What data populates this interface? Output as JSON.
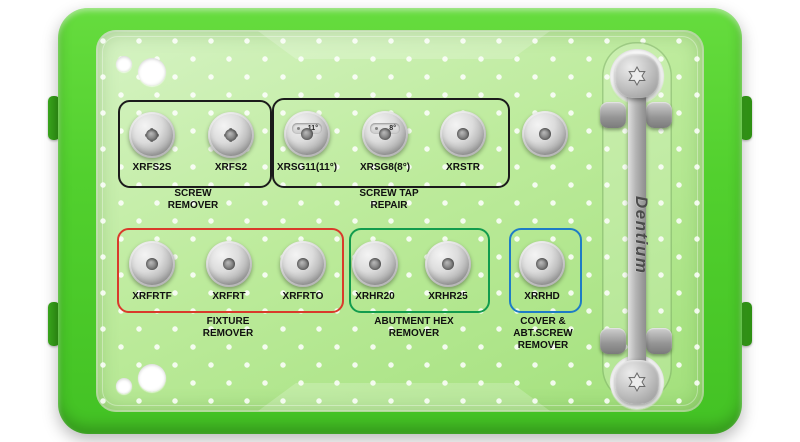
{
  "brand": "Dentium",
  "colors": {
    "case_green": "#52d02e",
    "tray_green": "#bdeb9c",
    "outline_black": "#1b1b1b",
    "outline_red": "#d93a2b",
    "outline_green": "#129c4d",
    "outline_blue": "#1e7cc6"
  },
  "groups": [
    {
      "name": "screw-remover",
      "caption_lines": [
        "SCREW",
        "REMOVER"
      ],
      "tools": [
        {
          "code": "XRFS2S"
        },
        {
          "code": "XRFS2"
        }
      ]
    },
    {
      "name": "screw-tap-repair",
      "caption_lines": [
        "SCREW TAP",
        "REPAIR"
      ],
      "tools": [
        {
          "code": "XRSG11(11°)",
          "mark": "11°"
        },
        {
          "code": "XRSG8(8°)",
          "mark": "8°"
        },
        {
          "code": "XRSTR"
        }
      ]
    },
    {
      "name": "fixture-remover",
      "caption_lines": [
        "FIXTURE",
        "REMOVER"
      ],
      "tools": [
        {
          "code": "XRFRTF"
        },
        {
          "code": "XRFRT"
        },
        {
          "code": "XRFRTO"
        }
      ]
    },
    {
      "name": "abutment-hex-remover",
      "caption_lines": [
        "ABUTMENT HEX",
        "REMOVER"
      ],
      "tools": [
        {
          "code": "XRHR20"
        },
        {
          "code": "XRHR25"
        }
      ]
    },
    {
      "name": "cover-abt-screw-remover",
      "caption_lines": [
        "COVER &",
        "ABT.SCREW",
        "REMOVER"
      ],
      "tools": [
        {
          "code": "XRRHD"
        }
      ]
    }
  ]
}
